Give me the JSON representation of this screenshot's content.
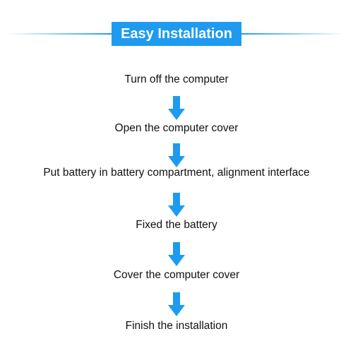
{
  "header": {
    "title": "Easy Installation"
  },
  "colors": {
    "accent": "#1e9bf0",
    "text": "#111111",
    "background": "#ffffff"
  },
  "steps": [
    "Turn off the computer",
    "Open the computer cover",
    "Put battery in battery compartment, alignment interface",
    "Fixed the battery",
    "Cover the computer cover",
    "Finish the installation"
  ],
  "icons": {
    "connector": "arrow-down-icon"
  }
}
